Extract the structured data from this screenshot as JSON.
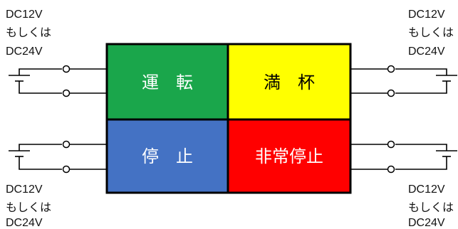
{
  "colors": {
    "run": "#1aa64b",
    "full": "#ffff00",
    "stop": "#4472c4",
    "emergency": "#ff0000",
    "border": "#000000"
  },
  "panel": {
    "run_label": "運　転",
    "full_label": "満　杯",
    "stop_label": "停　止",
    "emergency_label": "非常停止"
  },
  "supplies": {
    "top_left": [
      "DC12V",
      "もしくは",
      "DC24V"
    ],
    "top_right": [
      "DC12V",
      "もしくは",
      "DC24V"
    ],
    "bottom_left": [
      "DC12V",
      "もしくは",
      "DC24V"
    ],
    "bottom_right": [
      "DC12V",
      "もしくは",
      "DC24V"
    ]
  }
}
